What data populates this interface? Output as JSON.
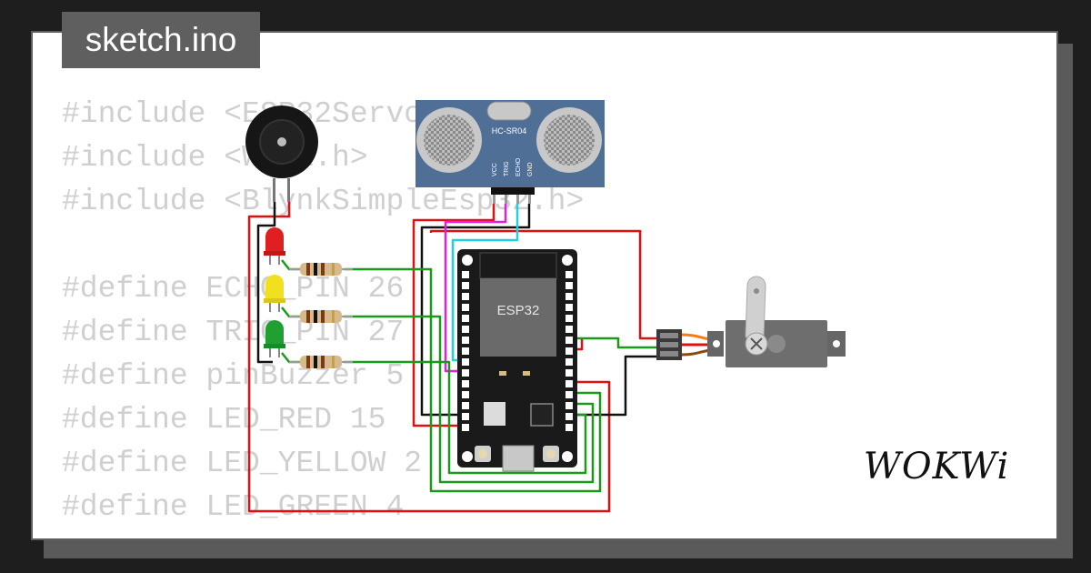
{
  "file_tab": {
    "label": "sketch.ino"
  },
  "code_lines": [
    "#include <ESP32Servo.h>",
    "#include <WiFi.h>",
    "#include <BlynkSimpleEsp32.h>",
    "",
    "#define ECHO_PIN 26",
    "#define TRIG_PIN 27",
    "#define pinBuzzer 5",
    "#define LED_RED 15",
    "#define LED_YELLOW 2",
    "#define LED_GREEN 4"
  ],
  "components": {
    "sensor_label": "HC-SR04",
    "sensor_pins": [
      "VCC",
      "TRIG",
      "ECHO",
      "GND"
    ],
    "board_label": "ESP32"
  },
  "brand": {
    "logo_text": "WOKWi"
  },
  "colors": {
    "background": "#1e1e1e",
    "card": "#ffffff",
    "tab": "#5f5f5f",
    "code_text": "#cfcfcf",
    "board": "#1a1a1a",
    "sensor": "#4f6f97",
    "wire_red": "#e01010",
    "wire_green": "#1a9a1a",
    "wire_black": "#111111",
    "wire_magenta": "#e020e0",
    "wire_cyan": "#20d0e0",
    "led_red": "#e02020",
    "led_yellow": "#f0e020",
    "led_green": "#20a030"
  }
}
